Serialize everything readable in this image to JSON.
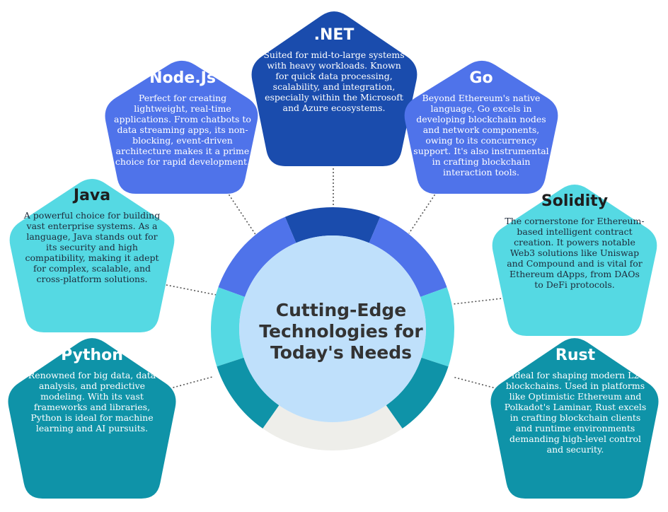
{
  "center": {
    "title": "Cutting-Edge Technologies for Today's Needs"
  },
  "colors": {
    "dark_navy": "#1a4cad",
    "royal_blue": "#4f73ea",
    "turquoise": "#55d9e3",
    "teal": "#0f93a8",
    "hub_fill": "#bfe0fb",
    "ring_gap": "#eeeeea",
    "connector": "#555555"
  },
  "cards": [
    {
      "id": "dotnet",
      "title": ".NET",
      "body": "Suited for mid-to-large systems with heavy workloads. Known for quick data processing, scalability, and integration, especially within the Microsoft and Azure ecosystems.",
      "color": "#1a4cad",
      "tone": "dark"
    },
    {
      "id": "nodejs",
      "title": "Node.Js",
      "body": "Perfect for creating lightweight, real-time applications. From chatbots to data streaming apps, its non-blocking, event-driven architecture makes it a prime choice for rapid development.",
      "color": "#4f73ea",
      "tone": "dark"
    },
    {
      "id": "go",
      "title": "Go",
      "body": "Beyond Ethereum's native language, Go excels in developing blockchain nodes and network components, owing to its concurrency support. It's also instrumental in crafting blockchain interaction tools.",
      "color": "#4f73ea",
      "tone": "dark"
    },
    {
      "id": "java",
      "title": "Java",
      "body": "A powerful choice for building vast enterprise systems. As a language, Java stands out for its security and high compatibility, making it adept for complex, scalable, and cross-platform solutions.",
      "color": "#55d9e3",
      "tone": "light"
    },
    {
      "id": "solidity",
      "title": "Solidity",
      "body": "The cornerstone for Ethereum-based intelligent contract creation. It powers notable Web3 solutions like Uniswap and Compound and is vital for Ethereum dApps, from DAOs to DeFi protocols.",
      "color": "#55d9e3",
      "tone": "light"
    },
    {
      "id": "python",
      "title": "Python",
      "body": "Renowned for big data, data analysis, and predictive modeling. With its vast frameworks and libraries, Python is ideal for machine learning and AI pursuits.",
      "color": "#0f93a8",
      "tone": "dark"
    },
    {
      "id": "rust",
      "title": "Rust",
      "body": "Ideal for shaping modern L2 blockchains. Used in platforms like Optimistic Ethereum and Polkadot's Laminar, Rust excels in crafting blockchain clients and runtime environments demanding high-level control and security.",
      "color": "#0f93a8",
      "tone": "dark"
    }
  ]
}
